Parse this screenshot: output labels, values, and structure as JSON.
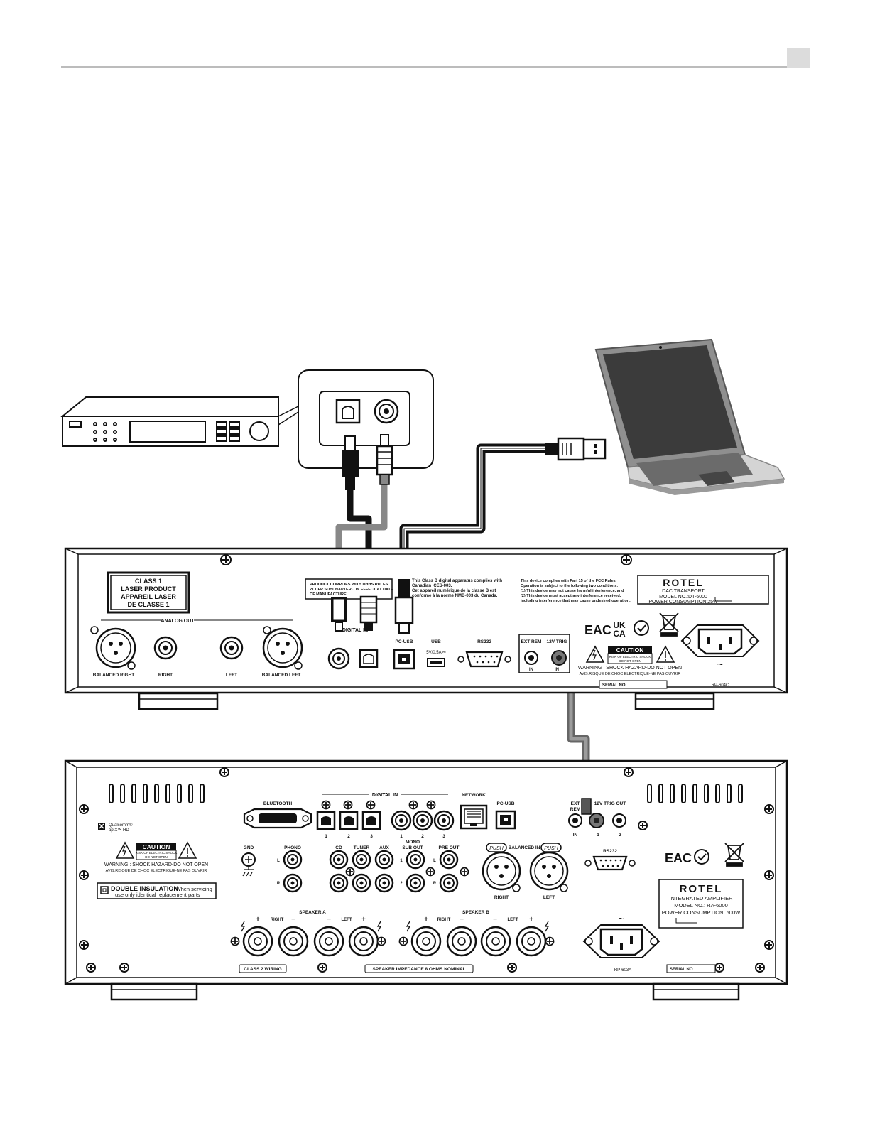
{
  "header": {
    "page_number": ""
  },
  "transport": {
    "laser_label": [
      "CLASS 1",
      "LASER PRODUCT",
      "APPAREIL LASER",
      "DE CLASSE 1"
    ],
    "analog_out": "ANALOG OUT",
    "balanced_right": "BALANCED RIGHT",
    "right": "RIGHT",
    "left": "LEFT",
    "balanced_left": "BALANCED LEFT",
    "cdrh_notice": [
      "PRODUCT COMPLIES WITH DHHS RULES",
      "21 CFR SUBCHAPTER J IN EFFECT AT DATE",
      "OF MANUFACTURE"
    ],
    "digital_in": "DIGITAL IN",
    "pc_usb": "PC-USB",
    "usb": "USB",
    "usb_power": "5V/0.5A ⎓",
    "rs232": "RS232",
    "canada_notice": [
      "This Class B digital apparatus complies with",
      "Canadian ICES-003.",
      "Cet appareil numérique de la classe B est",
      "conforme à la norme NMB-003 du Canada."
    ],
    "fcc_notice": [
      "This device complies with Part 15 of the FCC Rules.",
      "Operation is subject to the following two conditions:",
      "(1) This device may not cause harmful interference, and",
      "(2) This device must accept any interference received,",
      "including interference that may cause undesired operation."
    ],
    "brand": "ROTEL",
    "product": "DAC TRANSPORT",
    "model": "MODEL NO.:DT-6000",
    "power": "POWER CONSUMPTION:25W",
    "ext_rem": "EXT REM",
    "trig": "12V TRIG",
    "in": "IN",
    "cert_eac": "EAC",
    "cert_ukca": [
      "UK",
      "CA"
    ],
    "caution": "CAUTION",
    "caution_sub": [
      "RISK OF ELECTRIC SHOCK",
      "DO NOT OPEN"
    ],
    "warning": "WARNING : SHOCK HAZARD-DO NOT OPEN",
    "avis": "AVIS:RISQUE DE CHOC ELECTRIQUE-NE PAS OUVRIR",
    "serial": "SERIAL NO.",
    "rp_code": "RP-604C"
  },
  "amp": {
    "bluetooth": "BLUETOOTH",
    "qualcomm": [
      "Qualcomm®",
      "aptX™ HD"
    ],
    "digital_in": "DIGITAL IN",
    "network": "NETWORK",
    "pc_usb": "PC-USB",
    "ext_rem": [
      "EXT",
      "REM"
    ],
    "trig_out": "12V TRIG OUT",
    "in": "IN",
    "d_nums": [
      "1",
      "2",
      "3",
      "1",
      "2",
      "3"
    ],
    "trig_nums": [
      "1",
      "2"
    ],
    "caution": "CAUTION",
    "caution_sub": [
      "RISK OF ELECTRIC SHOCK",
      "DO NOT OPEN"
    ],
    "warning": "WARNING : SHOCK HAZARD-DO NOT OPEN",
    "avis": "AVIS:RISQUE DE CHOC ELECTRIQUE-NE PAS OUVRIR",
    "gnd": "GND",
    "phono": "PHONO",
    "cd": "CD",
    "tuner": "TUNER",
    "aux": "AUX",
    "mono_sub_out": [
      "MONO",
      "SUB OUT"
    ],
    "pre_out": "PRE OUT",
    "balanced_in": "BALANCED IN",
    "push": "PUSH",
    "right": "RIGHT",
    "left": "LEFT",
    "rs232": "RS232",
    "l": "L",
    "r": "R",
    "one": "1",
    "two": "2",
    "double_insulation": "DOUBLE INSULATION",
    "double_insulation_rest": "-When servicing",
    "double_insulation_2": "use only identical replacement parts",
    "speaker_a": "SPEAKER  A",
    "speaker_b": "SPEAKER  B",
    "plus": "+",
    "minus": "−",
    "class2": "CLASS 2 WIRING",
    "impedance": "SPEAKER IMPEDANCE 8 OHMS NOMINAL",
    "brand": "ROTEL",
    "product": "INTEGRATED AMPLIFIER",
    "model": "MODEL NO.: RA-6000",
    "power": "POWER CONSUMPTION:  500W",
    "cert_eac": "EAC",
    "rp_code": "RP-603A",
    "serial": "SERIAL NO.",
    "tilde": "~"
  }
}
